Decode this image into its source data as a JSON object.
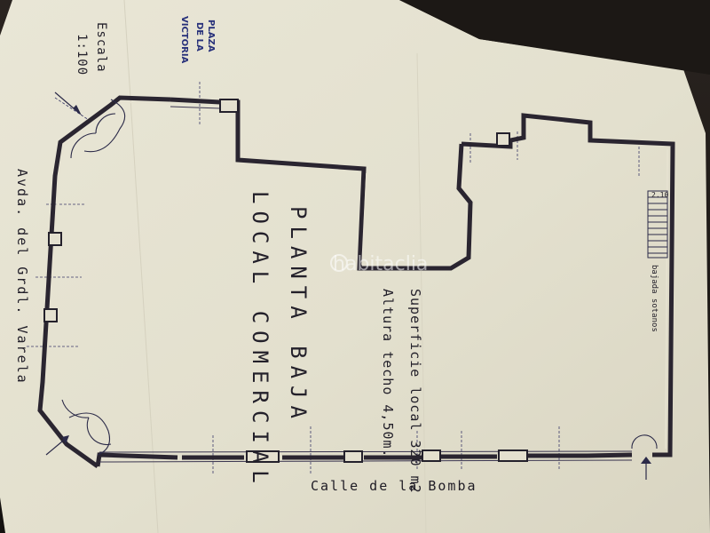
{
  "plan": {
    "title_line1": "PLANTA BAJA",
    "title_line2": "LOCAL COMERCIAL",
    "surface_line1": "Superficie local 320 m2",
    "surface_line2": "Altura techo 4,50m.",
    "scale_label": "Escala",
    "scale_value": "1:100",
    "plaza_line1": "PLAZA",
    "plaza_line2": "DE LA",
    "plaza_line3": "VICTORIA",
    "avenue_label": "Avda. del Grdl. Varela",
    "street_label": "Calle de la Bomba",
    "stairs_label": "bajada sotanos",
    "stairs_dimension": "2.10"
  },
  "watermark": {
    "text": "habitaclia"
  },
  "colors": {
    "paper": "#e6e3d2",
    "ink": "#26232d",
    "blue_ink": "#27307a",
    "background": "#1a1714"
  }
}
